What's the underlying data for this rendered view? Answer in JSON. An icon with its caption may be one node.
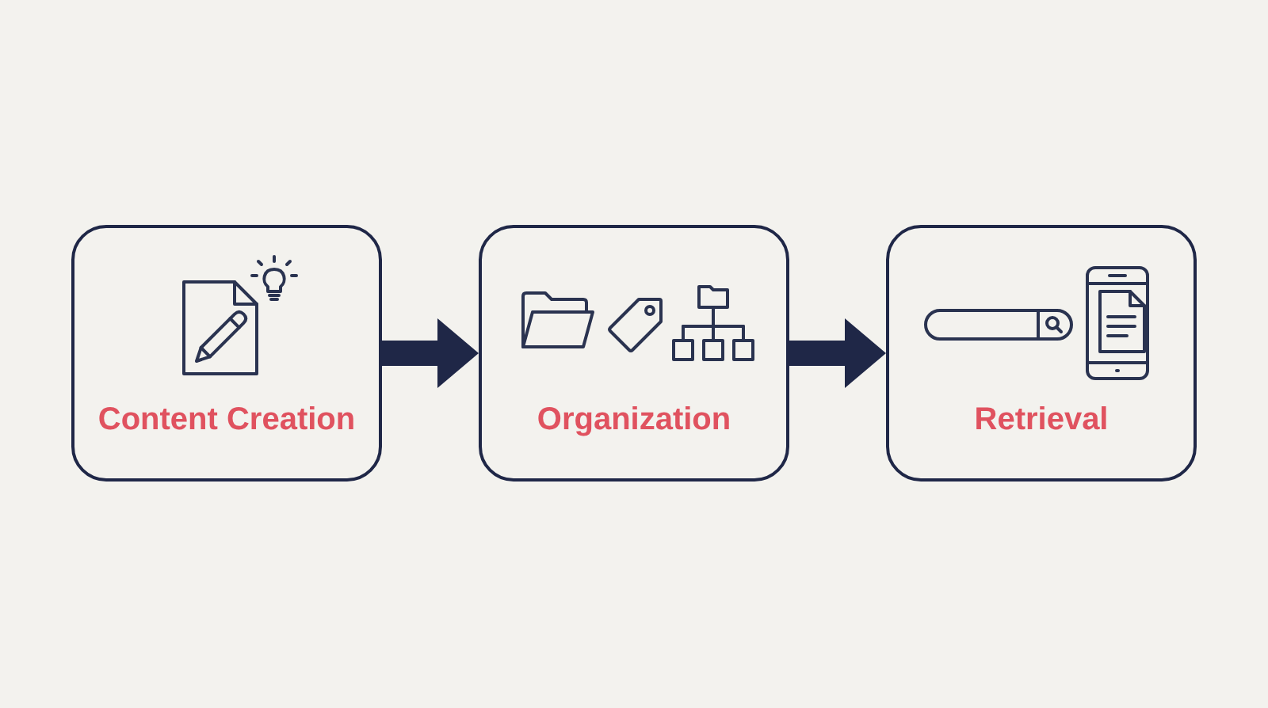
{
  "diagram": {
    "nodes": [
      {
        "text": [
          "Content Creation"
        ]
      },
      {
        "text": [
          "Organization"
        ]
      },
      {
        "text": [
          "Retrieval"
        ]
      }
    ],
    "edges": [
      {
        "from": 0,
        "to": 1,
        "arrow": "to"
      },
      {
        "from": 1,
        "to": 2,
        "arrow": "to"
      }
    ]
  }
}
